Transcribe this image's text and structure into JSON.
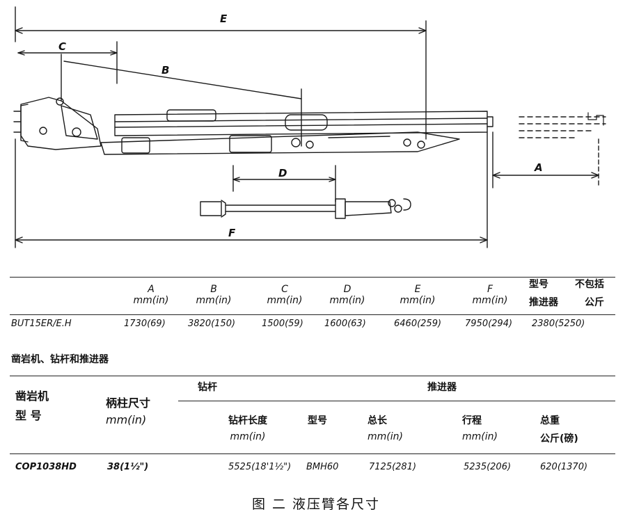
{
  "drawing": {
    "dim_labels": {
      "A": "A",
      "B": "B",
      "C": "C",
      "D": "D",
      "E": "E",
      "F": "F"
    }
  },
  "table1": {
    "headers": [
      {
        "letter": "A",
        "unit": "mm(in)"
      },
      {
        "letter": "B",
        "unit": "mm(in)"
      },
      {
        "letter": "C",
        "unit": "mm(in)"
      },
      {
        "letter": "D",
        "unit": "mm(in)"
      },
      {
        "letter": "E",
        "unit": "mm(in)"
      },
      {
        "letter": "F",
        "unit": "mm(in)"
      }
    ],
    "col7_top": "型号",
    "col7_bottom": "推进器",
    "col8_top": "不包括",
    "col8_bottom": "公斤",
    "row": {
      "model": "BUT15ER/E.H",
      "values": [
        "1730(69)",
        "3820(150)",
        "1500(59)",
        "1600(63)",
        "6460(259)",
        "7950(294)",
        "2380(5250)"
      ]
    }
  },
  "section_title": "凿岩机、钻杆和推进器",
  "table2": {
    "h_drill_l1": "凿岩机",
    "h_drill_l2": "型 号",
    "h_shank_l1": "柄柱尺寸",
    "h_shank_l2": "mm(in)",
    "h_rod": "钻杆",
    "h_feed": "推进器",
    "h_rodlen_l1": "钻杆长度",
    "h_rodlen_l2": "mm(in)",
    "h_type": "型号",
    "h_total_l1": "总长",
    "h_total_l2": "mm(in)",
    "h_stroke_l1": "行程",
    "h_stroke_l2": "mm(in)",
    "h_weight_l1": "总重",
    "h_weight_l2": "公斤(磅)",
    "row": {
      "model": "COP1038HD",
      "shank": "38(1½\")",
      "rodlen": "5525(18'1½\")",
      "type": "BMH60",
      "total": "7125(281)",
      "stroke": "5235(206)",
      "weight": "620(1370)"
    }
  },
  "caption": "图 二 液压臂各尺寸"
}
